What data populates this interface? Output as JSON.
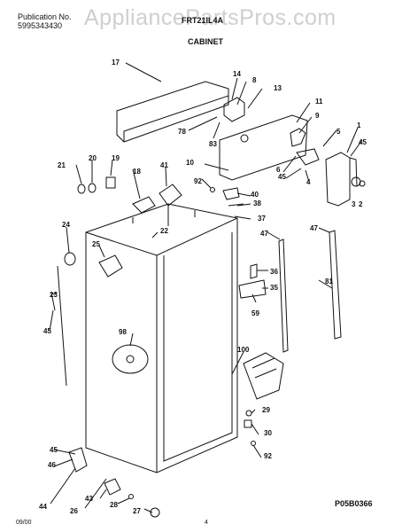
{
  "header": {
    "publication_label": "Publication No.",
    "publication_number": "5995343430",
    "model": "FRT21IL4A",
    "section": "CABINET"
  },
  "watermark": "AppliancePartsPros.com",
  "parts": [
    "17",
    "14",
    "8",
    "13",
    "78",
    "83",
    "11",
    "9",
    "1",
    "45",
    "5",
    "10",
    "6",
    "45",
    "4",
    "3",
    "2",
    "21",
    "20",
    "19",
    "18",
    "41",
    "92",
    "40",
    "38",
    "37",
    "22",
    "47",
    "47",
    "24",
    "25",
    "36",
    "81",
    "35",
    "59",
    "23",
    "98",
    "45",
    "100",
    "29",
    "30",
    "92",
    "45",
    "46",
    "44",
    "26",
    "43",
    "28",
    "27"
  ],
  "footer": {
    "drawing_code": "P05B0366",
    "date": "09/00",
    "page": "4"
  }
}
